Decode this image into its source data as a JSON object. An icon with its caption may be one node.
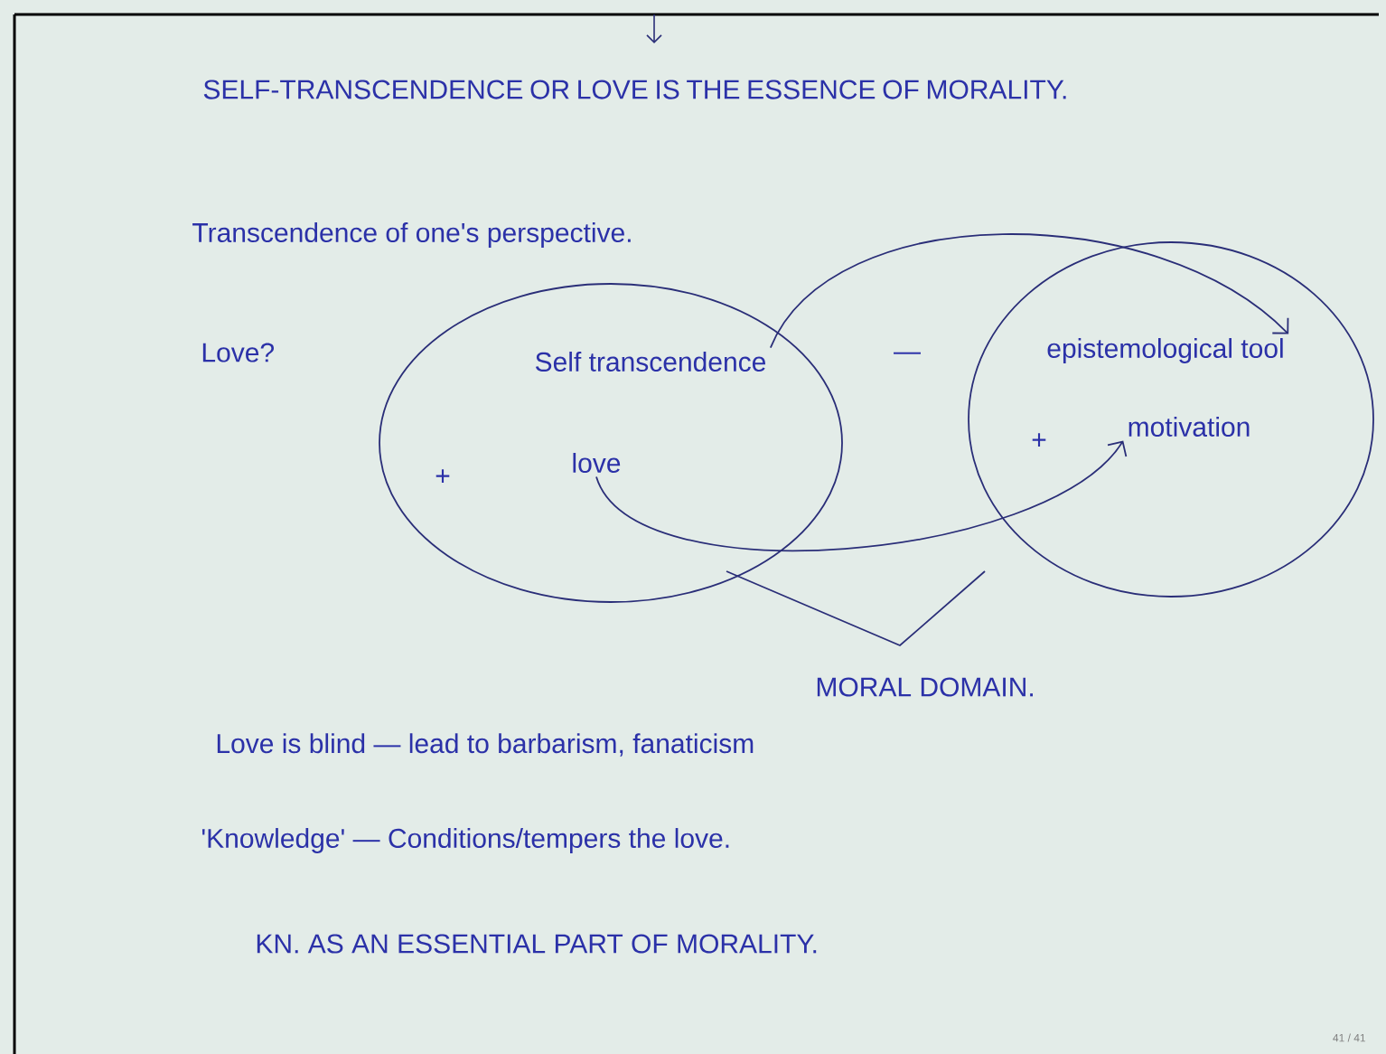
{
  "diagram": {
    "title": "SELF-TRANSCENDENCE OR LOVE IS THE ESSENCE OF MORALITY.",
    "nodes": [
      {
        "text": [],
        "shape": "ellipse"
      },
      {
        "text": [
          "Self transcendence"
        ],
        "in": 0
      },
      {
        "text": [
          "love"
        ],
        "in": 0
      },
      {
        "text": [],
        "shape": "ellipse"
      },
      {
        "text": [
          "epistemological tool"
        ],
        "in": 3
      },
      {
        "text": [
          "motivation"
        ],
        "in": 3
      }
    ],
    "edges": [
      {
        "from": 1,
        "to": 4,
        "arrow": "to"
      },
      {
        "from": 2,
        "to": 5,
        "arrow": "to"
      }
    ],
    "labels": [
      "Transcendence of one's perspective.",
      "Love?",
      "+",
      "—",
      "+",
      "MORAL DOMAIN.",
      "Love is blind — lead to barbarism, fanaticism",
      "'Knowledge' — Conditions/tempers the love.",
      "KN. AS AN ESSENTIAL PART OF MORALITY.",
      "41 / 41"
    ]
  }
}
